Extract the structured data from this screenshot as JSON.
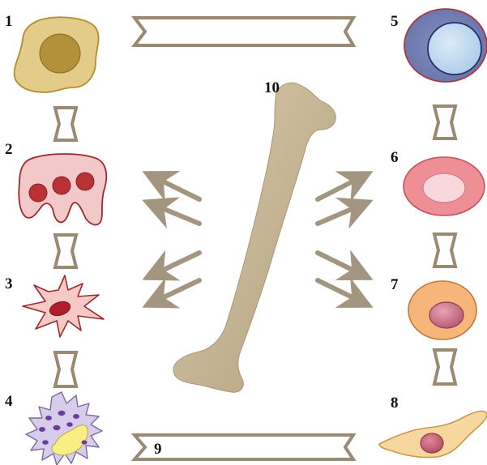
{
  "labels": {
    "n1": "1",
    "n2": "2",
    "n3": "3",
    "n4": "4",
    "n5": "5",
    "n6": "6",
    "n7": "7",
    "n8": "8",
    "n9": "9",
    "n10": "10"
  },
  "colors": {
    "connector_fill": "#ffffff",
    "connector_stroke": "#9a8a72",
    "arrow": "#a39580",
    "bone": "#c9b99a",
    "cell1_body": "#e3cc8a",
    "cell1_nucleus": "#b3903a",
    "cell2_body": "#f2c8c8",
    "cell2_nuclei": "#b83236",
    "cell3_body": "#f6c9c4",
    "cell3_nucleus": "#b01e2e",
    "cell4_body": "#d7cdea",
    "cell4_granules": "#6a3f9c",
    "cell4_nucleus": "#f7ef86",
    "cell5_body": "#7b86b8",
    "cell5_inner": "#c4dcf2",
    "cell6_ring": "#ee8f96",
    "cell6_center": "#f8d8dc",
    "cell7_body": "#f6b67a",
    "cell7_nucleus": "#c9677e",
    "cell8_body": "#f8d79f",
    "cell8_nucleus": "#c65f73"
  }
}
